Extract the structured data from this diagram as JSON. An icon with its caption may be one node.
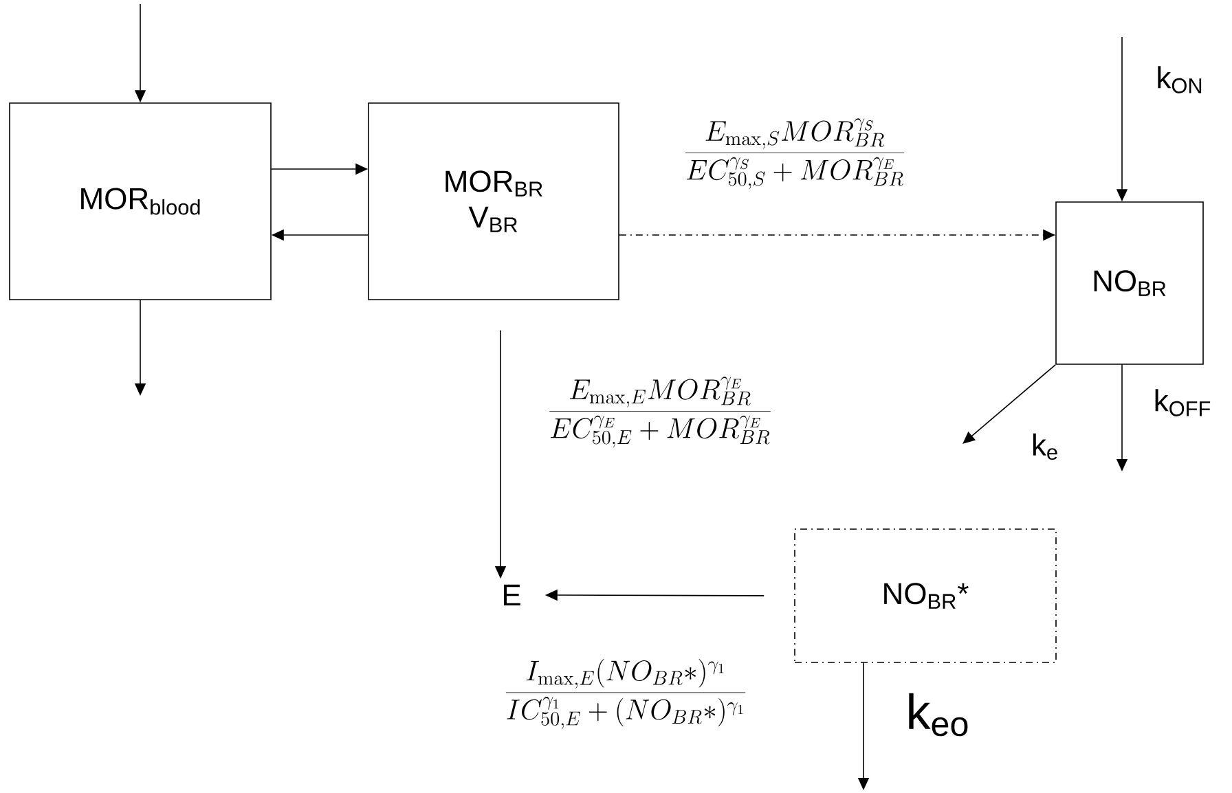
{
  "diagram": {
    "nodes": [
      {
        "text": [
          "MOR$_{blood}$"
        ]
      },
      {
        "text": [
          "MOR$_{BR}$ V$_{BR}$"
        ]
      },
      {
        "text": [
          "NO$_{BR}$"
        ]
      },
      {
        "text": [
          "E"
        ]
      },
      {
        "text": [
          "NO$_{BR}$*"
        ]
      }
    ],
    "edges": [
      {
        "from": null,
        "to": 0,
        "arrow": "to"
      },
      {
        "from": 0,
        "to": 1,
        "arrow": "to"
      },
      {
        "from": 1,
        "to": 0,
        "arrow": "to"
      },
      {
        "from": 0,
        "to": null,
        "arrow": "to"
      },
      {
        "from": 1,
        "to": 2,
        "arrow": "to",
        "style": "dashed",
        "label": "\\frac{E_{\\max,S}MOR_{BR}^{\\gamma_S}}{EC_{50,S}^{\\gamma_S}+MOR_{BR}^{\\gamma_E}}"
      },
      {
        "from": null,
        "to": 2,
        "arrow": "to",
        "label": "k$_{ON}$"
      },
      {
        "from": 2,
        "to": null,
        "arrow": "to",
        "label": "k$_{e}$"
      },
      {
        "from": 2,
        "to": null,
        "arrow": "to",
        "label": "k$_{OFF}$"
      },
      {
        "from": 1,
        "to": 3,
        "arrow": "to",
        "label": "\\frac{E_{\\max,E}MOR_{BR}^{\\gamma_E}}{EC_{50,E}^{\\gamma_E}+MOR_{BR}^{\\gamma_E}}"
      },
      {
        "from": 4,
        "to": 3,
        "arrow": "to",
        "label": "\\frac{I_{\\max,E}(NO_{BR}*)^{\\gamma_1}}{IC_{50,E}^{\\gamma_1}+(NO_{BR}*)^{\\gamma_1}}"
      },
      {
        "from": 4,
        "to": null,
        "arrow": "to",
        "label": "k$_{eo}$"
      }
    ]
  }
}
